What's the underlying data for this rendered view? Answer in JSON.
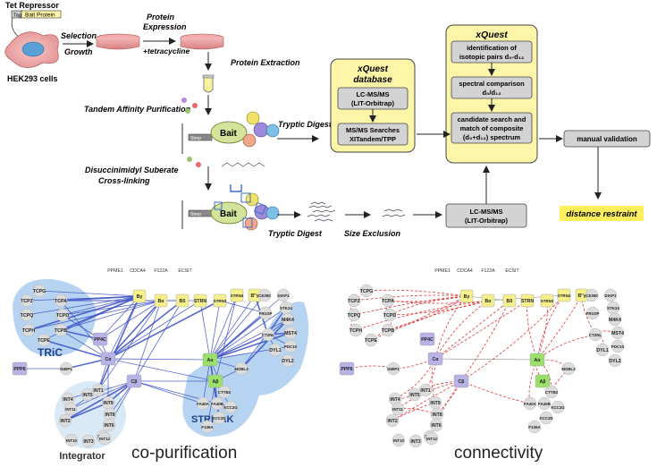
{
  "workflow": {
    "tet_repressor": "Tet Repressor",
    "construct_tag": "Tag",
    "construct_bait": "Bait Protein",
    "cells": "HEK293 cells",
    "selection_1": "Selection",
    "selection_2": "Growth",
    "expression_1": "Protein",
    "expression_2": "Expression",
    "expression_3": "+tetracycline",
    "extraction": "Protein Extraction",
    "tap": "Tandem Affinity Purification",
    "bait": "Bait",
    "resin_label": "Strep",
    "tryptic_digest_top": "Tryptic Digest",
    "dss_1": "Disuccinimidyl Suberate",
    "dss_2": "Cross-linking",
    "tryptic_digest_bottom": "Tryptic Digest",
    "size_exclusion": "Size Exclusion",
    "xquest_db_title_1": "xQuest",
    "xquest_db_title_2": "database",
    "lcms_top_1": "LC-MS/MS",
    "lcms_top_2": "(LIT-Orbitrap)",
    "msms_1": "MS/MS Searches",
    "msms_2": "XITandem/TPP",
    "xquest_title": "xQuest",
    "xq_step1_1": "identification of",
    "xq_step1_2": "isotopic pairs d₀-d₁₂",
    "xq_step2_1": "spectral comparison",
    "xq_step2_2": "d₀/d₁₂",
    "xq_step3_1": "candidate search and",
    "xq_step3_2": "match of composite",
    "xq_step3_3": "(d₀+d₁₂) spectrum",
    "lcms_bottom_1": "LC-MS/MS",
    "lcms_bottom_2": "(LIT-Orbitrap)",
    "manual_validation": "manual validation",
    "distance_restraint": "distance restraint"
  },
  "networks": {
    "left_caption": "co-purification",
    "right_caption": "connectivity",
    "group_tric": "TRiC",
    "group_integrator": "Integrator",
    "group_stripak": "STRIPAK",
    "nodes": {
      "ppme1": "PPME1",
      "cdca4": "CDCA4",
      "f122a": "F122A",
      "ecsit": "ECSIT",
      "bg": "Bγ",
      "ba": "Bα",
      "bd": "Bδ",
      "strn": "STRN",
      "strn3": "STRN3",
      "strn4": "STRN4",
      "bpg": "B''γ",
      "ce350": "CE350",
      "diap1": "DIAP1",
      "fr1op": "FR1OP",
      "stk24": "STK24",
      "m4k4": "M4K4",
      "ct2nl": "CT2NL",
      "mst4": "MST4",
      "pdc10": "PDC10",
      "dyl1": "DYL1",
      "dyl2": "DYL2",
      "tcpg": "TCPG",
      "tcpz": "TCPZ",
      "tcpa": "TCPA",
      "tcpq": "TCPQ",
      "tcpd": "TCPD",
      "tcph": "TCPH",
      "tcpb": "TCPB",
      "tcpe": "TCPE",
      "pp4c": "PP4C",
      "ppp6": "PPP6",
      "igbp1": "IGBP1",
      "ca": "Cα",
      "cb": "Cβ",
      "aa": "Aα",
      "ab": "Aβ",
      "mobl3": "MOBL3",
      "cttb2": "CTTB2",
      "fa40a": "FA40A",
      "fa40b": "FA40B",
      "kcc2g": "KCC2G",
      "kcc2d": "KCC2D",
      "f136a": "F136A",
      "int1": "INT1",
      "int4": "INT4",
      "int5": "INT5",
      "int9": "INT9",
      "int11": "INT11",
      "int8": "INT8",
      "int2": "INT2",
      "int6": "INT6",
      "int7": "INT7",
      "int10": "INT10",
      "int3": "INT3",
      "int12": "INT12"
    }
  },
  "colors": {
    "yellow_box": "#fdf6a8",
    "grey_box": "#d3d3d3",
    "bait_green": "#d2e39a",
    "highlight_yellow": "#ffef5a",
    "node_yellow": "#f6f08c",
    "node_purple": "#b8b2e6",
    "node_green": "#9be06a",
    "node_grey": "#dcdcdc",
    "blue_edge": "#3b4fc6",
    "red_edge": "#e23a3a",
    "group_blue": "#a9cdee"
  }
}
